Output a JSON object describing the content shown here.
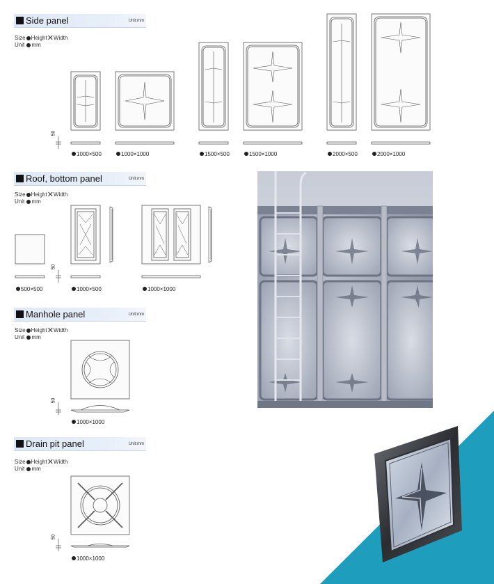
{
  "sections": [
    {
      "id": "side",
      "title": "Side panel",
      "unit": "Unit:mm"
    },
    {
      "id": "roof",
      "title": "Roof, bottom panel",
      "unit": "Unit:mm"
    },
    {
      "id": "manhole",
      "title": "Manhole panel",
      "unit": "Unit:mm"
    },
    {
      "id": "drain",
      "title": "Drain pit panel",
      "unit": "Unit:mm"
    }
  ],
  "meta": {
    "size_label": "Size",
    "height_label": "Height",
    "times_symbol": "✕",
    "width_label": "Width",
    "unit_label": "Unit",
    "unit_value": "mm"
  },
  "dimension_50": "50",
  "side_panels": [
    "1000×500",
    "1000×1000",
    "1500×500",
    "1500×1000",
    "2000×500",
    "2000×1000"
  ],
  "roof_panels": [
    "500×500",
    "1000×500",
    "1000×1000"
  ],
  "manhole_panels": [
    "1000×1000"
  ],
  "drain_panels": [
    "1000×1000"
  ],
  "colors": {
    "header_bg": "#dfe8f6",
    "accent_cyan": "#1e9dbd",
    "line": "#555555"
  }
}
